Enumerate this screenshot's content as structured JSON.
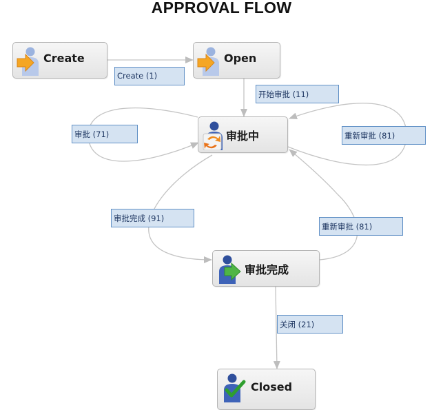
{
  "title": "APPROVAL FLOW",
  "nodes": {
    "create": {
      "label": "Create",
      "icon": "person-arrow-icon"
    },
    "open": {
      "label": "Open",
      "icon": "person-arrow-icon"
    },
    "in_approval": {
      "label": "审批中",
      "icon": "person-refresh-icon"
    },
    "approved": {
      "label": "审批完成",
      "icon": "person-arrow-icon"
    },
    "closed": {
      "label": "Closed",
      "icon": "person-check-icon"
    }
  },
  "edges": {
    "create_open": "Create (1)",
    "start_approval": "开始审批 (11)",
    "approve_loop": "审批 (71)",
    "reapprove_loop": "重新审批 (81)",
    "approve_done": "审批完成 (91)",
    "reapprove_back": "重新审批 (81)",
    "close": "关闭 (21)"
  },
  "colors": {
    "edge_label_bg": "#d5e3f2",
    "edge_label_border": "#5f8fc5",
    "edge_label_text": "#1d3560",
    "connector": "#bdbdbd",
    "node_border": "#b4b4b4"
  }
}
